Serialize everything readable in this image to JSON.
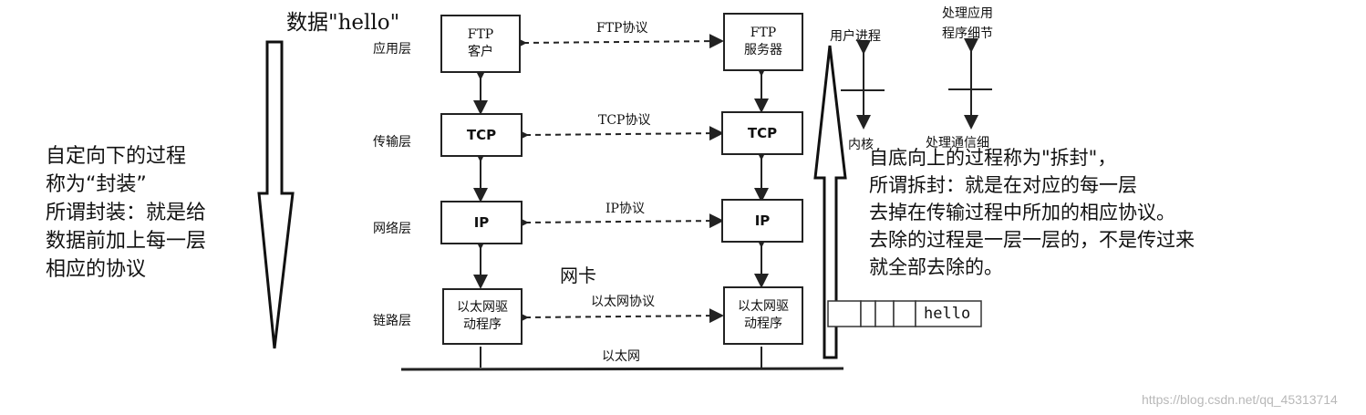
{
  "data_label": "数据\"hello\"",
  "left_note": {
    "lines": [
      "自定向下的过程",
      "称为“封装”",
      "所谓封装：就是给",
      "数据前加上每一层",
      "相应的协议"
    ]
  },
  "right_note": {
    "lines": [
      "自底向上的过程称为\"拆封\"，",
      "所谓拆封：就是在对应的每一层",
      "去掉在传输过程中所加的相应协议。",
      "去除的过程是一层一层的，不是传过来",
      "就全部去除的。"
    ]
  },
  "layers": [
    "应用层",
    "传输层",
    "网络层",
    "链路层"
  ],
  "client_stack": [
    [
      "FTP",
      "客户"
    ],
    [
      "TCP"
    ],
    [
      "IP"
    ],
    [
      "以太网驱",
      "动程序"
    ]
  ],
  "server_stack": [
    [
      "FTP",
      "服务器"
    ],
    [
      "TCP"
    ],
    [
      "IP"
    ],
    [
      "以太网驱",
      "动程序"
    ]
  ],
  "protocols": [
    "FTP协议",
    "TCP协议",
    "IP协议",
    "以太网协议"
  ],
  "ethernet_label": "以太网",
  "nic_label": "网卡",
  "user_process": "用户进程",
  "kernel": "内核",
  "app_details": [
    "处理应用",
    "程序细节"
  ],
  "comm_details": "处理通信细",
  "hello_packet": "hello",
  "watermark_text": "https://blog.csdn.net/qq_45313714"
}
